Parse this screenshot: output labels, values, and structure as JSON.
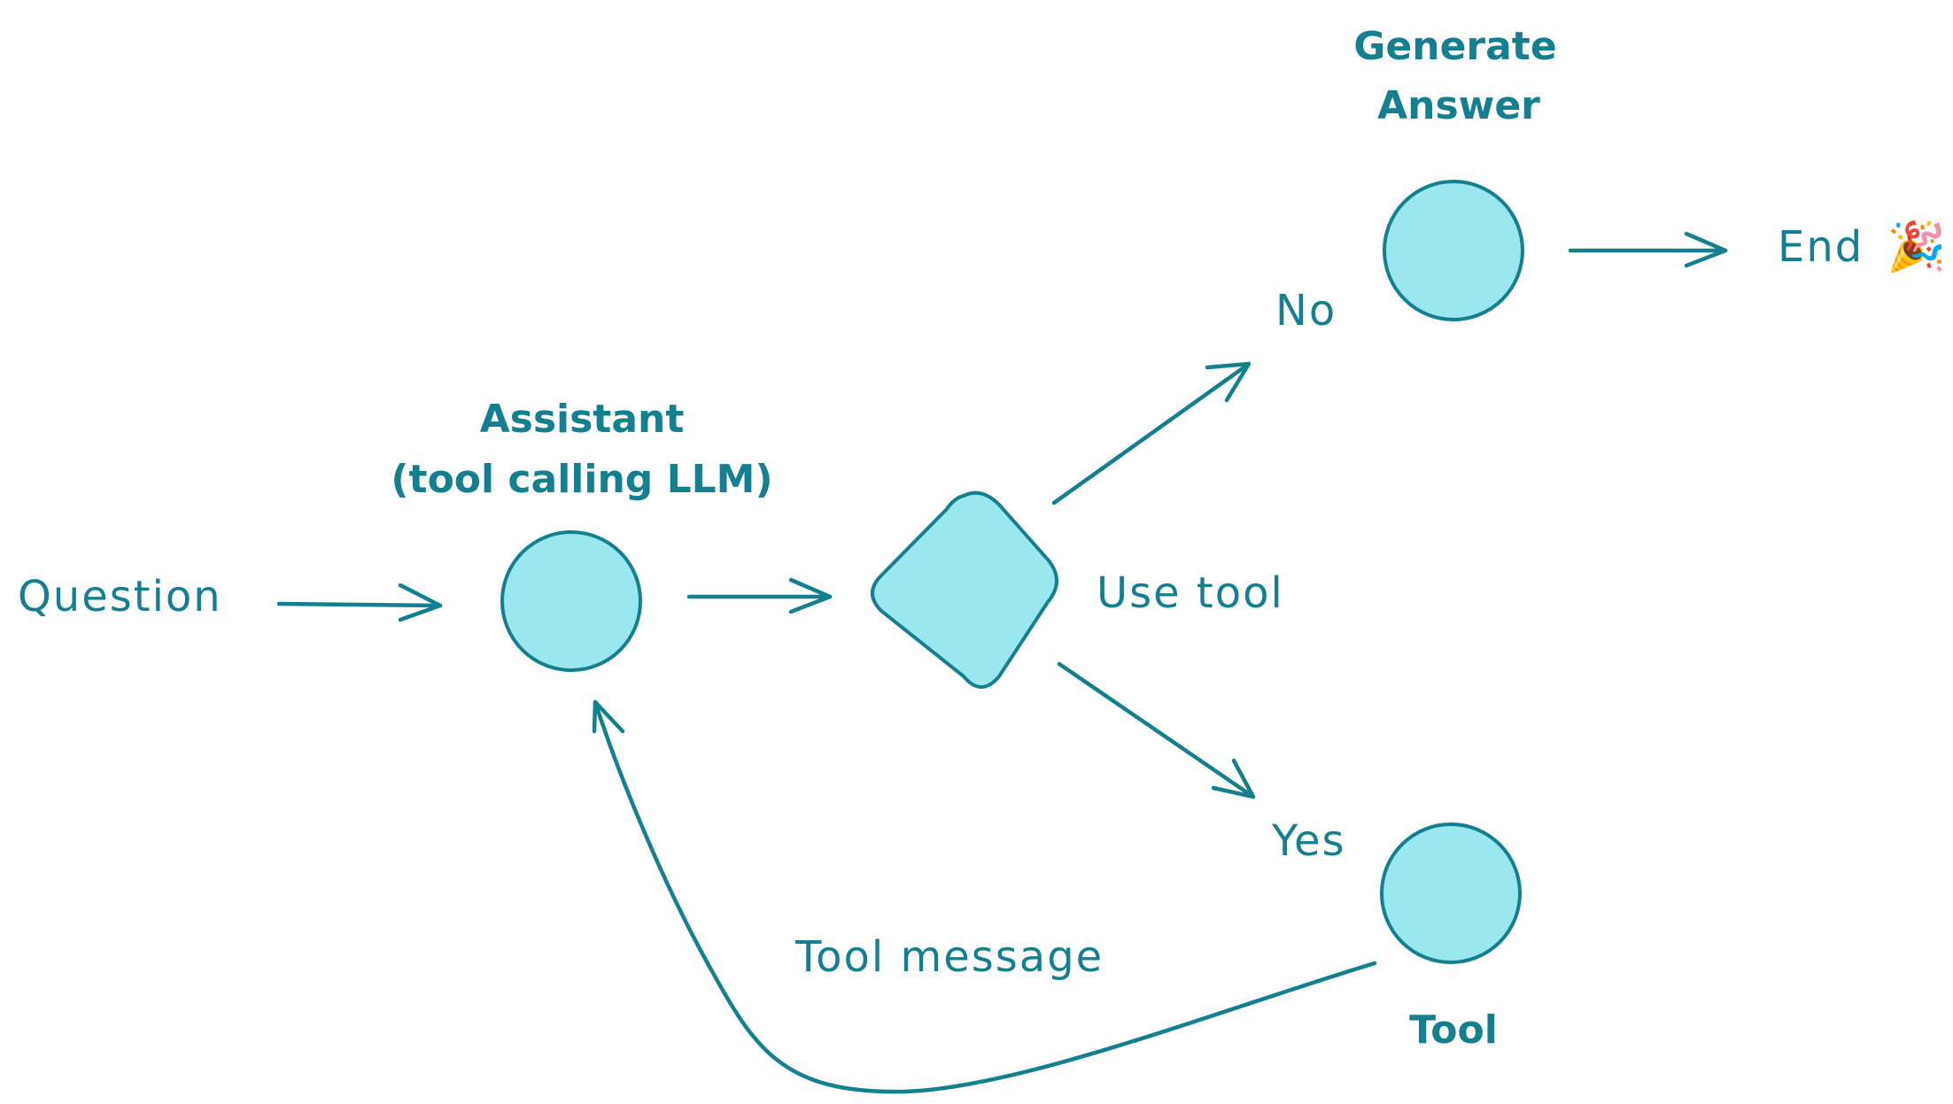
{
  "colors": {
    "node_fill": "#9BE7F0",
    "stroke": "#137F8F",
    "text": "#137F8F"
  },
  "nodes": {
    "assistant": {
      "title_line1": "Assistant",
      "title_line2": "(tool calling LLM)"
    },
    "generate_answer": {
      "title_line1": "Generate",
      "title_line2": "Answer"
    },
    "tool": {
      "title": "Tool"
    }
  },
  "labels": {
    "question": "Question",
    "use_tool": "Use tool",
    "no": "No",
    "yes": "Yes",
    "end": "End",
    "end_icon": "🎉",
    "tool_message": "Tool message"
  },
  "icons": {
    "end_icon_name": "party-popper-icon"
  }
}
